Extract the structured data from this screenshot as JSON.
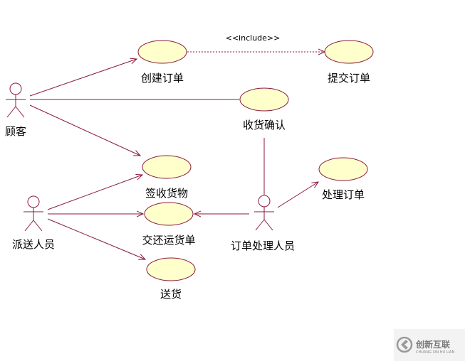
{
  "diagram": {
    "actors": {
      "customer": "顾客",
      "courier": "派送人员",
      "order_handler": "订单处理人员"
    },
    "use_cases": {
      "create_order": "创建订单",
      "submit_order": "提交订单",
      "confirm_receipt": "收货确认",
      "sign_goods": "签收货物",
      "return_waybill": "交还运货单",
      "deliver": "送货",
      "process_order": "处理订单"
    },
    "include_label": "<<include>>"
  },
  "watermark": {
    "brand": "创新互联",
    "sub": "CHUANG XIN HU LIAN"
  },
  "colors": {
    "line": "#8b1a3d",
    "usecase_fill": "#ffffcc",
    "usecase_stroke": "#8b1a3d"
  }
}
